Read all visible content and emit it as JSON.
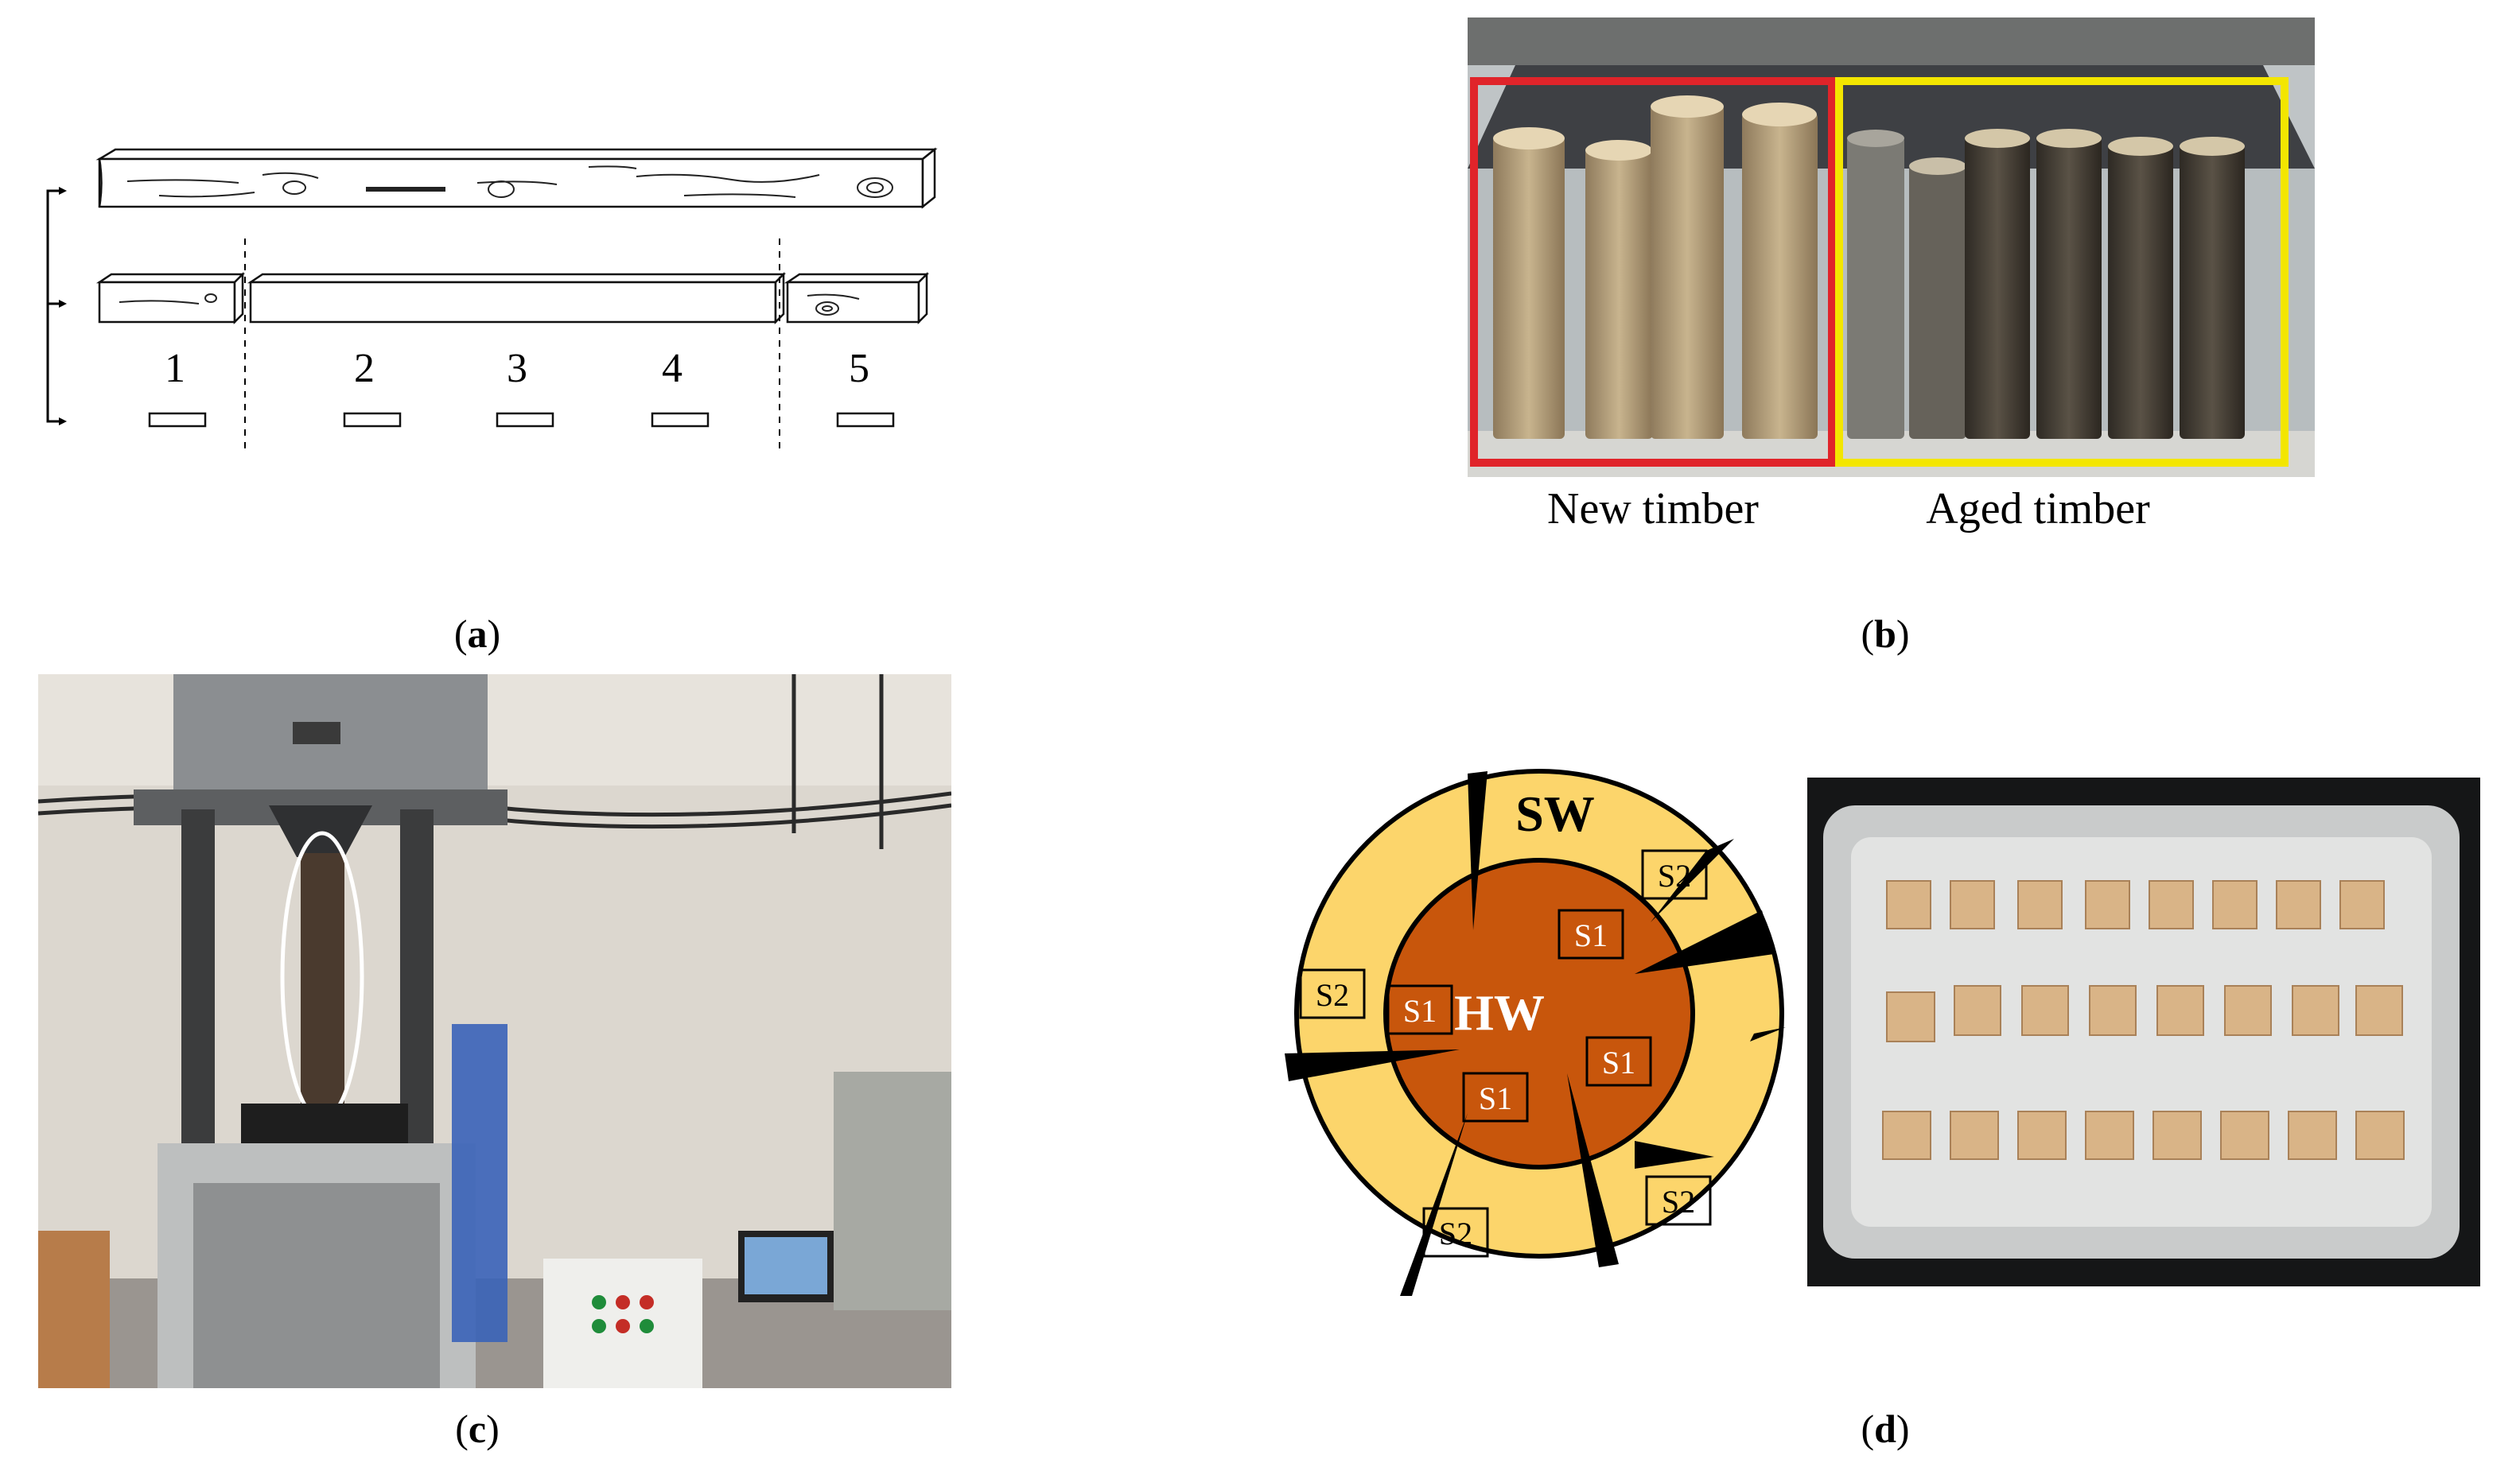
{
  "panel_a": {
    "caption_letter": "a",
    "segments": [
      "1",
      "2",
      "3",
      "4",
      "5"
    ]
  },
  "panel_b": {
    "caption_letter": "b",
    "label_new": "New timber",
    "label_aged": "Aged timber",
    "box_new_color": "#e0242a",
    "box_aged_color": "#f3e600"
  },
  "panel_c": {
    "caption_letter": "c"
  },
  "panel_d": {
    "caption_letter": "d",
    "outer_label": "SW",
    "inner_label": "HW",
    "sample_s1": "S1",
    "sample_s2": "S2",
    "sapwood_color": "#fcd56b",
    "heartwood_color": "#c8560c"
  }
}
